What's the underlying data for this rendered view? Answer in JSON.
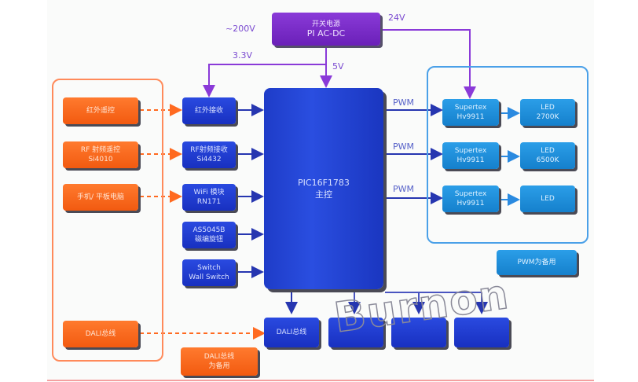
{
  "diagram": {
    "power_supply": {
      "line1": "开关电源",
      "line2": "PI AC-DC"
    },
    "voltage_labels": {
      "input": "~200V",
      "v24": "24V",
      "v33": "3.3V",
      "v5": "5V"
    },
    "mcu": {
      "line1": "PIC16F1783",
      "line2": "主控"
    },
    "remote_sources": [
      {
        "line1": "红外遥控",
        "line2": ""
      },
      {
        "line1": "RF 射频遥控",
        "line2": "Si4010"
      },
      {
        "line1": "手机/ 平板电脑",
        "line2": ""
      },
      {
        "line1": "DALI总线",
        "line2": ""
      }
    ],
    "receivers": [
      {
        "line1": "红外接收",
        "line2": ""
      },
      {
        "line1": "RF射频接收",
        "line2": "Si4432"
      },
      {
        "line1": "WiFi 模块",
        "line2": "RN171"
      },
      {
        "line1": "AS5045B",
        "line2": "磁编旋钮"
      },
      {
        "line1": "Switch",
        "line2": "Wall Switch"
      }
    ],
    "pwm_labels": [
      "PWM",
      "PWM",
      "PWM"
    ],
    "drivers": [
      {
        "line1": "Supertex",
        "line2": "Hv9911"
      },
      {
        "line1": "Supertex",
        "line2": "Hv9911"
      },
      {
        "line1": "Supertex",
        "line2": "Hv9911"
      }
    ],
    "leds": [
      {
        "line1": "LED",
        "line2": "2700K"
      },
      {
        "line1": "LED",
        "line2": "6500K"
      },
      {
        "line1": "LED",
        "line2": ""
      }
    ],
    "pwm_note": "PWM为备用",
    "dali_bus": "DALI总线",
    "dali_note": {
      "line1": "DALI总线",
      "line2": "为备用"
    },
    "bottom_outputs": [
      "",
      "",
      ""
    ],
    "watermark": "Burnon",
    "colors": {
      "orange": "#f25a10",
      "blue": "#1e3cc8",
      "cyan": "#1a8ad8",
      "purple": "#7a2ec8"
    }
  }
}
